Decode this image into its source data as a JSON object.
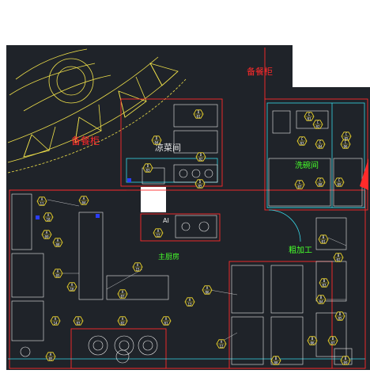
{
  "colors": {
    "background": "#1f2329",
    "wall": "#ff2a2a",
    "equipment": "#ffffff",
    "cyan": "#37d7e6",
    "yellow": "#f0e14a",
    "green_label": "#46ff2a",
    "red_label": "#ff2a2a",
    "blue_dot": "#2a3dff",
    "tag_fill": "#ffe42a"
  },
  "rooms": [
    {
      "label": "备餐柜"
    },
    {
      "label": "备餐柜"
    },
    {
      "label": "凉菜间"
    },
    {
      "label": "洗碗间"
    },
    {
      "label": "主厨房"
    },
    {
      "label": "粗加工"
    }
  ],
  "small_marks": [
    "AI"
  ],
  "tags": [
    {
      "top": "D",
      "bottom": "01"
    },
    {
      "top": "D",
      "bottom": "02"
    },
    {
      "top": "D",
      "bottom": "03"
    },
    {
      "top": "D",
      "bottom": "04"
    },
    {
      "top": "D",
      "bottom": "05"
    },
    {
      "top": "C",
      "bottom": "01"
    },
    {
      "top": "C",
      "bottom": "02"
    },
    {
      "top": "C",
      "bottom": "03"
    },
    {
      "top": "C",
      "bottom": "04"
    },
    {
      "top": "C",
      "bottom": "05"
    },
    {
      "top": "C",
      "bottom": "06"
    },
    {
      "top": "C",
      "bottom": "07"
    },
    {
      "top": "C",
      "bottom": "08"
    },
    {
      "top": "C",
      "bottom": "09"
    },
    {
      "top": "A",
      "bottom": "11"
    },
    {
      "top": "A",
      "bottom": "10"
    },
    {
      "top": "A",
      "bottom": "09"
    },
    {
      "top": "A",
      "bottom": "08"
    },
    {
      "top": "A",
      "bottom": "04"
    },
    {
      "top": "A",
      "bottom": "12"
    },
    {
      "top": "A",
      "bottom": "15"
    },
    {
      "top": "A",
      "bottom": "16"
    },
    {
      "top": "A",
      "bottom": "05"
    },
    {
      "top": "A",
      "bottom": "06"
    },
    {
      "top": "A",
      "bottom": "13"
    },
    {
      "top": "A",
      "bottom": "14"
    },
    {
      "top": "A",
      "bottom": "03"
    },
    {
      "top": "A",
      "bottom": "07"
    },
    {
      "top": "A",
      "bottom": "02"
    },
    {
      "top": "A",
      "bottom": "01"
    },
    {
      "top": "A",
      "bottom": "12"
    },
    {
      "top": "A",
      "bottom": "05"
    },
    {
      "top": "B",
      "bottom": "01"
    },
    {
      "top": "B",
      "bottom": "02"
    },
    {
      "top": "B",
      "bottom": "03"
    },
    {
      "top": "B",
      "bottom": "04"
    },
    {
      "top": "B",
      "bottom": "05"
    },
    {
      "top": "B",
      "bottom": "06"
    },
    {
      "top": "B",
      "bottom": "07"
    },
    {
      "top": "B",
      "bottom": "08"
    },
    {
      "top": "B",
      "bottom": "09"
    }
  ]
}
